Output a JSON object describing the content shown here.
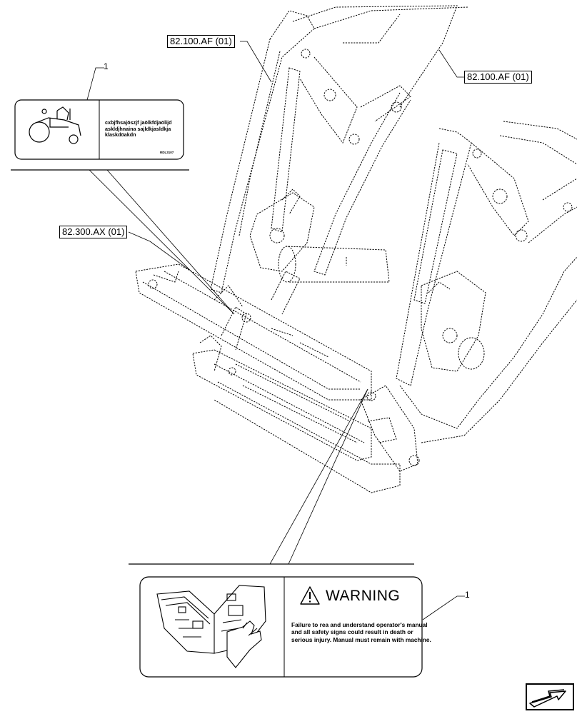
{
  "callouts": {
    "ref_af_left": "82.100.AF (01)",
    "ref_af_right": "82.100.AF (01)",
    "ref_ax": "82.300.AX (01)",
    "item_top": "1",
    "item_bottom": "1"
  },
  "decal_small": {
    "text": "cxbjfhsajöszjf jaölkfdjaölijd askldjhnaina sajldkjasldkja klaskdöakdn",
    "code": "RDL3107",
    "icon": "tractor-icon"
  },
  "decal_warning": {
    "title": "WARNING",
    "body": "Failure to rea and understand operator's manual and all safety signs could result in death or serious injury. Manual must remain with machine.",
    "icons": [
      "warning-triangle-icon",
      "manual-book-icon"
    ]
  },
  "nav": {
    "icon": "next-page-arrow-icon"
  },
  "colors": {
    "line": "#000000",
    "background": "#ffffff"
  }
}
